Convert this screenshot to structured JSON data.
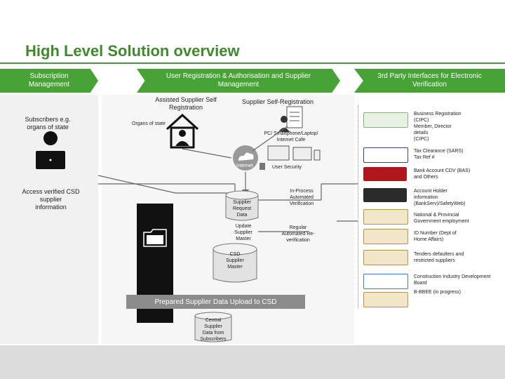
{
  "title": "High Level Solution overview",
  "banners": {
    "subscription": [
      "Subscription",
      "Management"
    ],
    "registration": [
      "User Registration & Authorisation and Supplier",
      "Management"
    ],
    "third_party": [
      "3rd Party Interfaces for Electronic",
      "Verification"
    ]
  },
  "left": {
    "subscribers": [
      "Subscribers e.g.",
      "organs of state"
    ],
    "access": [
      "Access verified CSD",
      "supplier",
      "information"
    ]
  },
  "middle": {
    "assisted": [
      "Assisted Supplier Self",
      "Registration"
    ],
    "self_reg": "Supplier Self-Registration",
    "organs": "Organs of state",
    "devices": [
      "PC/ Smartphone/Laptop/",
      "Internet Cafe"
    ],
    "internet": "Internet",
    "security": "User Security",
    "in_process": [
      "In-Process",
      "Automated",
      "Verification"
    ],
    "supplier_request": [
      "Supplier",
      "Request",
      "Data"
    ],
    "update": [
      "Update",
      "Supplier",
      "Master"
    ],
    "regular": [
      "Regular",
      "Automated Re-",
      "verification"
    ],
    "csd_master": [
      "CSD",
      "Supplier",
      "Master"
    ],
    "upload": "Prepared Supplier Data Upload to CSD",
    "central": [
      "Central",
      "Supplier",
      "Data from",
      "Subscribers"
    ]
  },
  "right": {
    "items": [
      [
        "Business Registration",
        "(CIPC)",
        "Member, Director",
        "details",
        "(CIPC)"
      ],
      [
        "Tax Clearance (SARS)",
        "Tax Ref #"
      ],
      [
        "Bank Account CDV (BAS)",
        "and Others"
      ],
      [
        "Account Holder",
        "information",
        "(BankServ)/SafetyWeb)"
      ],
      [
        "National & Provincial",
        "Government employment"
      ],
      [
        "ID Number (Dept of",
        "Home Affairs)"
      ],
      [
        "Tenders defaulters and",
        "restricted suppliers"
      ],
      [
        "Construction Industry Development",
        "Board"
      ],
      [
        "B-BBEE (in progress)"
      ]
    ],
    "logos": [
      "cipc-logo",
      "sars-logo",
      "absa-logo",
      "bankserv-logo",
      "sa-coat-of-arms-logo",
      "home-affairs-logo",
      "national-treasury-logo",
      "cidb-logo",
      "dti-logo"
    ]
  },
  "colors": {
    "green": "#47a335",
    "title_green": "#3e8a2c",
    "dark": "#222222"
  }
}
